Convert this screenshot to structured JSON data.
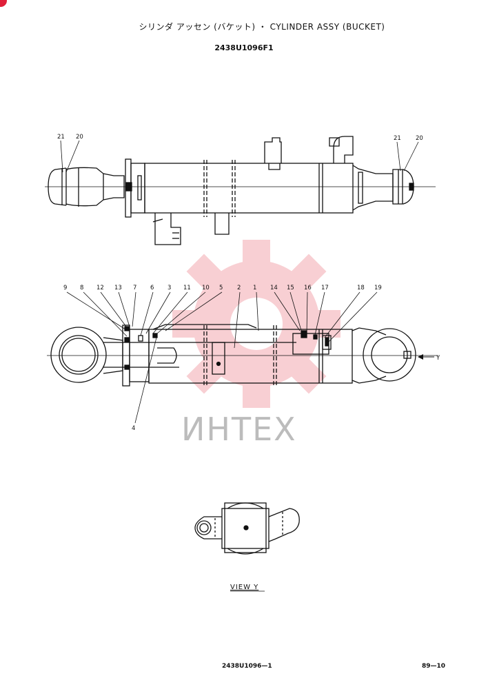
{
  "header": {
    "title": "シリンダ アッセン (バケット) ・ CYLINDER ASSY (BUCKET)",
    "part_number": "2438U1096F1"
  },
  "top_view": {
    "callouts_left": [
      "21",
      "20"
    ],
    "callouts_right": [
      "21",
      "20"
    ]
  },
  "section_view": {
    "callouts_top": [
      "9",
      "8",
      "12",
      "13",
      "7",
      "6",
      "3",
      "11",
      "10",
      "5",
      "2",
      "1",
      "14",
      "15",
      "16",
      "17",
      "18",
      "19"
    ],
    "callout_bottom": "4",
    "arrow_label": "Y"
  },
  "end_view": {
    "label": "VIEW   Y"
  },
  "watermark": "ИНТЕХ",
  "footer": {
    "doc_number": "2438U1096—1",
    "page": "89—10"
  },
  "colors": {
    "line": "#111111",
    "watermark_gear": "#f3a9b0",
    "watermark_text": "#bcbcbc",
    "corner_badge": "#e0203a"
  }
}
